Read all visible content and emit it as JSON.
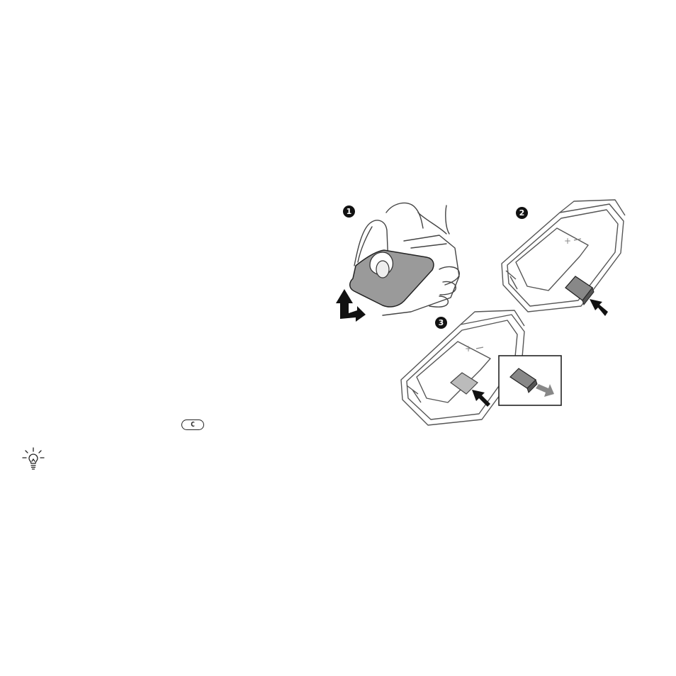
{
  "steps": [
    {
      "number": "1"
    },
    {
      "number": "2"
    },
    {
      "number": "3"
    }
  ],
  "key": {
    "label": "C"
  },
  "icons": {
    "tip": "lightbulb-icon",
    "key": "c-key-icon",
    "remove_cover": "lift-arrow-icon",
    "insert_card": "insert-arrow-icon",
    "eject_card": "eject-arrow-icon"
  }
}
